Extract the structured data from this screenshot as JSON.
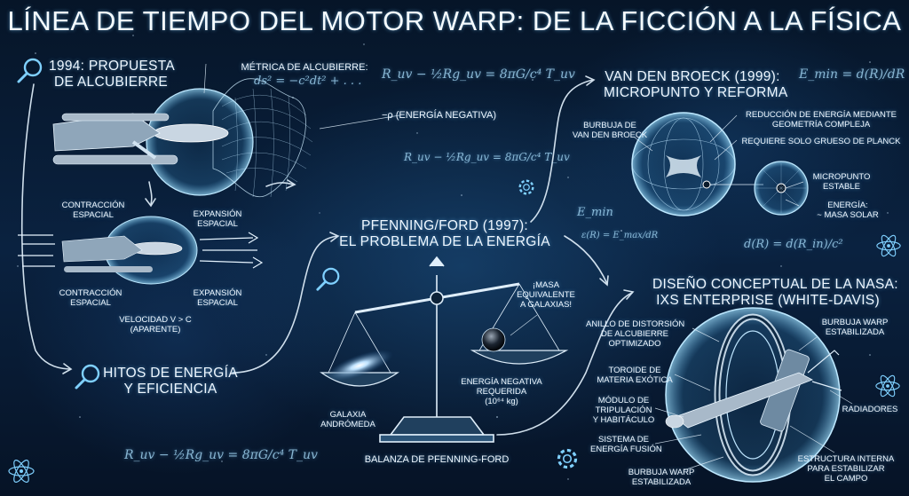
{
  "title": "LÍNEA DE TIEMPO DEL MOTOR WARP: DE LA FICCIÓN A LA FÍSICA",
  "sec1994": {
    "heading_l1": "1994: PROPUESTA",
    "heading_l2": "DE ALCUBIERRE",
    "metric_label": "MÉTRICA DE ALCUBIERRE:",
    "metric_eq": "ds² = −c²dt² + . . .",
    "neg_energy": "−ρ (ENERGÍA NEGATIVA)",
    "contraction_top_l1": "CONTRACCIÓN",
    "contraction_top_l2": "ESPACIAL",
    "expansion_top_l1": "EXPANSIÓN",
    "expansion_top_l2": "ESPACIAL",
    "contraction_bottom_l1": "CONTRACCIÓN",
    "contraction_bottom_l2": "ESPACIAL",
    "expansion_bottom_l1": "EXPANSIÓN",
    "expansion_bottom_l2": "ESPACIAL",
    "velocity_l1": "VELOCIDAD V > C",
    "velocity_l2": "(APARENTE)"
  },
  "milestones": {
    "heading_l1": "HITOS DE ENERGÍA",
    "heading_l2": "Y EFICIENCIA"
  },
  "pfenning": {
    "heading_l1": "PFENNING/FORD (1997):",
    "heading_l2": "EL PROBLEMA DE LA ENERGÍA",
    "mass_note_l1": "¡MASA",
    "mass_note_l2": "EQUIVALENTE",
    "mass_note_l3": "A GALAXIAS!",
    "galaxy_l1": "GALAXIA",
    "galaxy_l2": "ANDRÓMEDA",
    "neg_req_l1": "ENERGÍA NEGATIVA",
    "neg_req_l2": "REQUERIDA",
    "neg_req_l3": "(10⁶⁴ kg)",
    "balance_label": "BALANZA DE PFENNING-FORD"
  },
  "vdb": {
    "heading_l1": "VAN DEN BROECK (1999):",
    "heading_l2": "MICROPUNTO Y REFORMA",
    "bubble_l1": "BURBUJA DE",
    "bubble_l2": "VAN DEN BROECK",
    "reduction_l1": "REDUCCIÓN DE ENERGÍA MEDIANTE",
    "reduction_l2": "GEOMETRÍA COMPLEJA",
    "planck": "REQUIERE SOLO GRUESO DE PLANCK",
    "micro_l1": "MICROPUNTO",
    "micro_l2": "ESTABLE",
    "energy_l1": "ENERGÍA:",
    "energy_l2": "~ MASA SOLAR"
  },
  "nasa": {
    "heading_l1": "DISEÑO CONCEPTUAL DE LA NASA:",
    "heading_l2": "IXS ENTERPRISE (WHITE-DAVIS)",
    "ring_l1": "ANILLO DE DISTORSIÓN",
    "ring_l2": "DE ALCUBIERRE",
    "ring_l3": "OPTIMIZADO",
    "toroid_l1": "TOROIDE DE",
    "toroid_l2": "MATERIA EXÓTICA",
    "crew_l1": "MÓDULO DE",
    "crew_l2": "TRIPULACIÓN",
    "crew_l3": "Y HABITÁCULO",
    "fusion_l1": "SISTEMA DE",
    "fusion_l2": "ENERGÍA FUSIÓN",
    "bubble_bottom_l1": "BURBUJA WARP",
    "bubble_bottom_l2": "ESTABILIZADA",
    "bubble_top_l1": "BURBUJA WARP",
    "bubble_top_l2": "ESTABILIZADA",
    "radiators": "RADIADORES",
    "structure_l1": "ESTRUCTURA INTERNA",
    "structure_l2": "PARA ESTABILIZAR",
    "structure_l3": "EL CAMPO"
  },
  "equations": {
    "efe_top": "R_uv − ½Rg_uv = 8πG/c⁴ T_uv",
    "efe_mid": "R_uv − ½Rg_uv = 8πG/c⁴ T_uv",
    "efe_bottom": "R_uv − ½Rg_uv = 8πG/c⁴ T_uv",
    "emin_top": "E_min = d(R)/dR",
    "emin_mid": "E_min",
    "emin_frac": "ε(R) = E_max/dR",
    "dR": "d(R) = d(R_in)/c²"
  },
  "icons": [
    "magnifier-icon",
    "atom-icon",
    "gear-icon",
    "galaxy-icon",
    "starship-icon",
    "balance-scale-icon"
  ],
  "colors": {
    "accent": "#7fd0ff",
    "background": "#06162b",
    "text": "#eef7ff"
  }
}
